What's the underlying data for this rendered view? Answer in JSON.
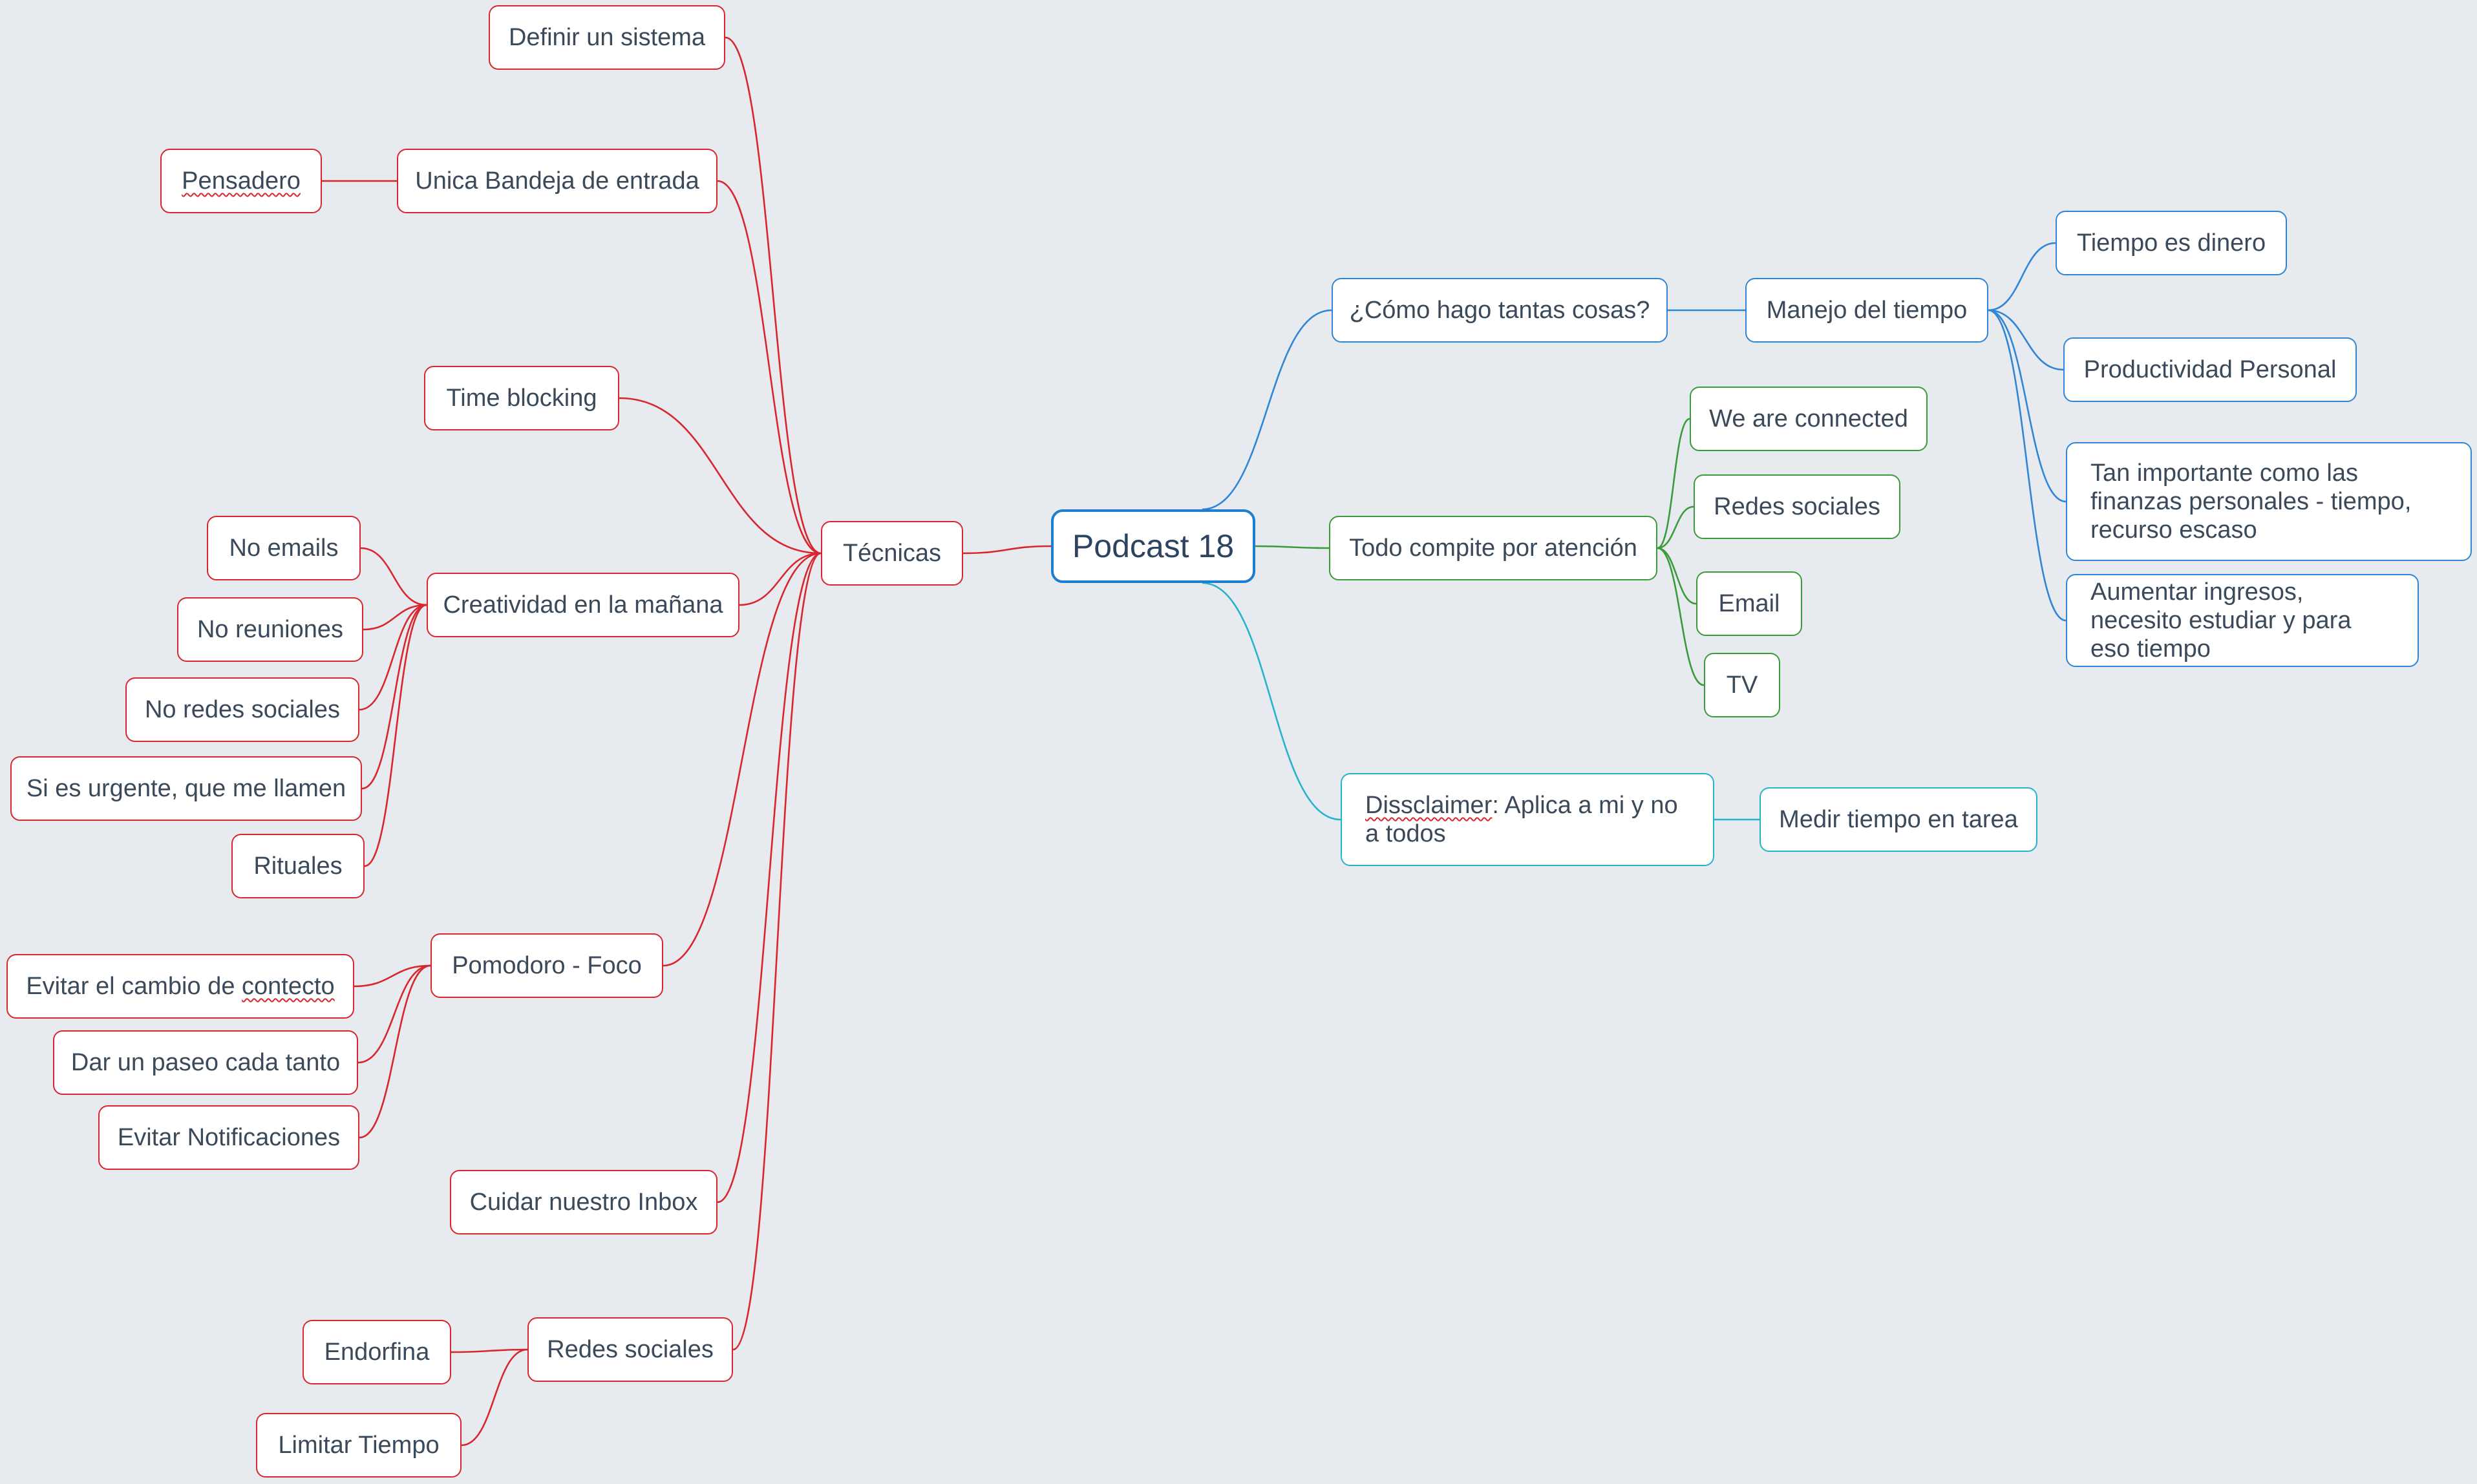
{
  "colors": {
    "background": "#e7eaee",
    "root": "#1e7fd0",
    "red": "#d9262e",
    "blue": "#2f86d6",
    "green": "#3b9a3b",
    "teal": "#26b4cd"
  },
  "root": {
    "id": "root",
    "text": "Podcast 18"
  },
  "nodes": [
    {
      "id": "tecnicas",
      "text": "Técnicas",
      "color": "red"
    },
    {
      "id": "definir",
      "text": "Definir un sistema",
      "color": "red"
    },
    {
      "id": "unica",
      "text": "Unica Bandeja de entrada",
      "color": "red"
    },
    {
      "id": "pensadero",
      "text": "Pensadero",
      "color": "red",
      "spell": true
    },
    {
      "id": "timeblocking",
      "text": "Time blocking",
      "color": "red"
    },
    {
      "id": "creatividad",
      "text": "Creatividad en la mañana",
      "color": "red"
    },
    {
      "id": "noemails",
      "text": "No emails",
      "color": "red"
    },
    {
      "id": "noreuniones",
      "text": "No reuniones",
      "color": "red"
    },
    {
      "id": "noredes",
      "text": "No redes sociales",
      "color": "red"
    },
    {
      "id": "urgente",
      "text": "Si es urgente, que me llamen",
      "color": "red"
    },
    {
      "id": "rituales",
      "text": "Rituales",
      "color": "red"
    },
    {
      "id": "pomodoro",
      "text": "Pomodoro - Foco",
      "color": "red"
    },
    {
      "id": "evitarcambio",
      "text": "Evitar el cambio de contecto",
      "color": "red",
      "spell_word": "contecto"
    },
    {
      "id": "paseo",
      "text": "Dar un paseo cada tanto",
      "color": "red"
    },
    {
      "id": "notif",
      "text": "Evitar Notificaciones",
      "color": "red"
    },
    {
      "id": "inbox",
      "text": "Cuidar nuestro Inbox",
      "color": "red"
    },
    {
      "id": "redesL",
      "text": "Redes sociales",
      "color": "red"
    },
    {
      "id": "endorfina",
      "text": "Endorfina",
      "color": "red"
    },
    {
      "id": "limitar",
      "text": "Limitar Tiempo",
      "color": "red"
    },
    {
      "id": "como",
      "text": "¿Cómo hago tantas cosas?",
      "color": "blue"
    },
    {
      "id": "manejo",
      "text": "Manejo del tiempo",
      "color": "blue"
    },
    {
      "id": "dinero",
      "text": "Tiempo es dinero",
      "color": "blue"
    },
    {
      "id": "productividad",
      "text": "Productividad Personal",
      "color": "blue"
    },
    {
      "id": "importante",
      "text": "Tan importante como las finanzas personales - tiempo, recurso escaso",
      "color": "blue",
      "multi": true
    },
    {
      "id": "aumentar",
      "text": "Aumentar ingresos, necesito estudiar y para eso tiempo",
      "color": "blue",
      "multi": true
    },
    {
      "id": "todo",
      "text": "Todo compite por atención",
      "color": "green"
    },
    {
      "id": "connected",
      "text": "We are connected",
      "color": "green"
    },
    {
      "id": "redesR",
      "text": "Redes sociales",
      "color": "green"
    },
    {
      "id": "email",
      "text": "Email",
      "color": "green"
    },
    {
      "id": "tv",
      "text": "TV",
      "color": "green"
    },
    {
      "id": "disclaimer",
      "text": "Dissclaimer: Aplica a mi y no a todos",
      "color": "teal",
      "multi": true,
      "spell_word": "Dissclaimer"
    },
    {
      "id": "medir",
      "text": "Medir tiempo en tarea",
      "color": "teal"
    }
  ],
  "edges": [
    [
      "root",
      "tecnicas",
      "red"
    ],
    [
      "tecnicas",
      "definir",
      "red"
    ],
    [
      "tecnicas",
      "unica",
      "red"
    ],
    [
      "unica",
      "pensadero",
      "red"
    ],
    [
      "tecnicas",
      "timeblocking",
      "red"
    ],
    [
      "tecnicas",
      "creatividad",
      "red"
    ],
    [
      "creatividad",
      "noemails",
      "red"
    ],
    [
      "creatividad",
      "noreuniones",
      "red"
    ],
    [
      "creatividad",
      "noredes",
      "red"
    ],
    [
      "creatividad",
      "urgente",
      "red"
    ],
    [
      "creatividad",
      "rituales",
      "red"
    ],
    [
      "tecnicas",
      "pomodoro",
      "red"
    ],
    [
      "pomodoro",
      "evitarcambio",
      "red"
    ],
    [
      "pomodoro",
      "paseo",
      "red"
    ],
    [
      "pomodoro",
      "notif",
      "red"
    ],
    [
      "tecnicas",
      "inbox",
      "red"
    ],
    [
      "tecnicas",
      "redesL",
      "red"
    ],
    [
      "redesL",
      "endorfina",
      "red"
    ],
    [
      "redesL",
      "limitar",
      "red"
    ],
    [
      "root",
      "como",
      "blue"
    ],
    [
      "como",
      "manejo",
      "blue"
    ],
    [
      "manejo",
      "dinero",
      "blue"
    ],
    [
      "manejo",
      "productividad",
      "blue"
    ],
    [
      "manejo",
      "importante",
      "blue"
    ],
    [
      "manejo",
      "aumentar",
      "blue"
    ],
    [
      "root",
      "todo",
      "green"
    ],
    [
      "todo",
      "connected",
      "green"
    ],
    [
      "todo",
      "redesR",
      "green"
    ],
    [
      "todo",
      "email",
      "green"
    ],
    [
      "todo",
      "tv",
      "green"
    ],
    [
      "root",
      "disclaimer",
      "teal"
    ],
    [
      "disclaimer",
      "medir",
      "teal"
    ]
  ]
}
